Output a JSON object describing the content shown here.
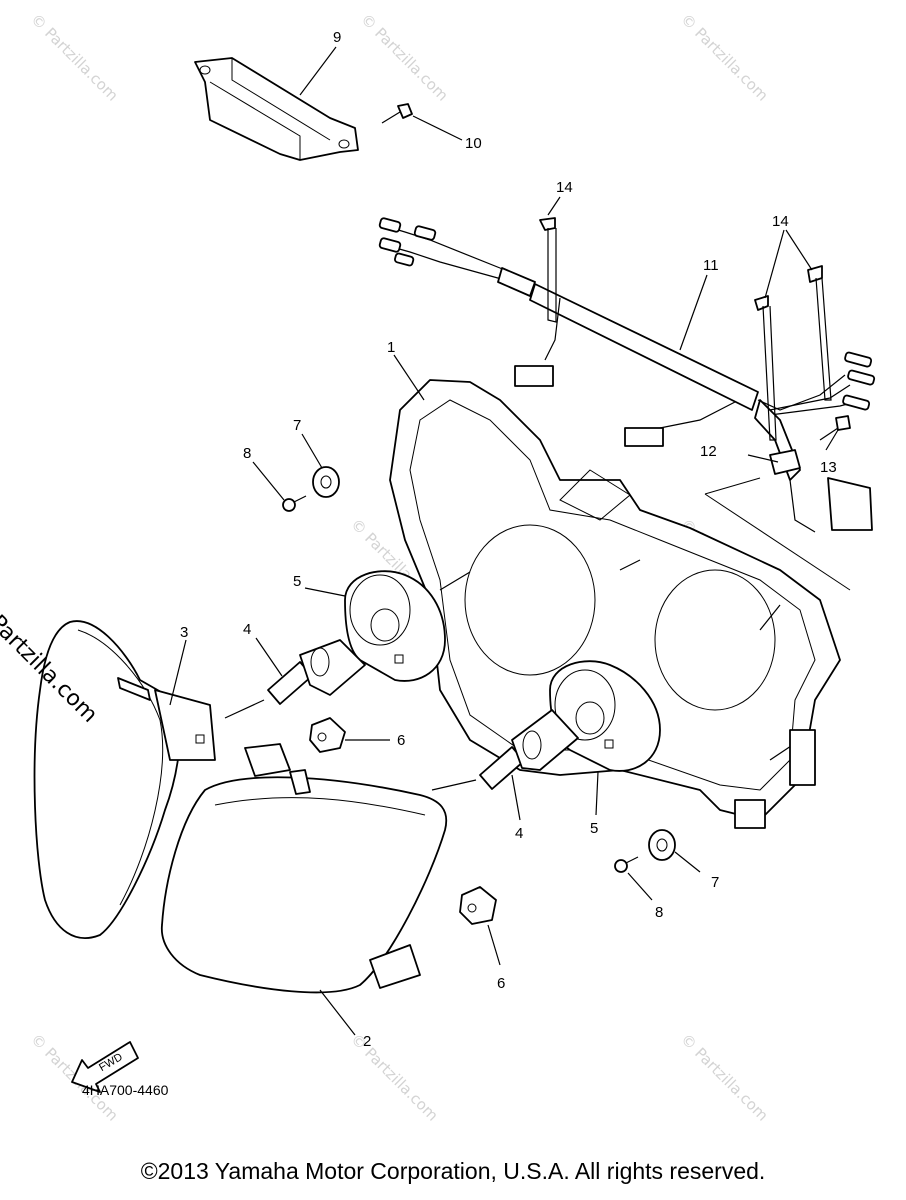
{
  "diagram": {
    "code": "4HA700-4460",
    "copyright": "©2013 Yamaha Motor Corporation, U.S.A. All rights reserved.",
    "watermark": "© Partzilla.com",
    "fwd_label": "FWD",
    "callouts": {
      "c1": "1",
      "c2": "2",
      "c3": "3",
      "c4a": "4",
      "c4b": "4",
      "c5a": "5",
      "c5b": "5",
      "c6a": "6",
      "c6b": "6",
      "c7a": "7",
      "c7b": "7",
      "c8a": "8",
      "c8b": "8",
      "c9": "9",
      "c10": "10",
      "c11": "11",
      "c12": "12",
      "c13": "13",
      "c14a": "14",
      "c14b": "14"
    }
  }
}
